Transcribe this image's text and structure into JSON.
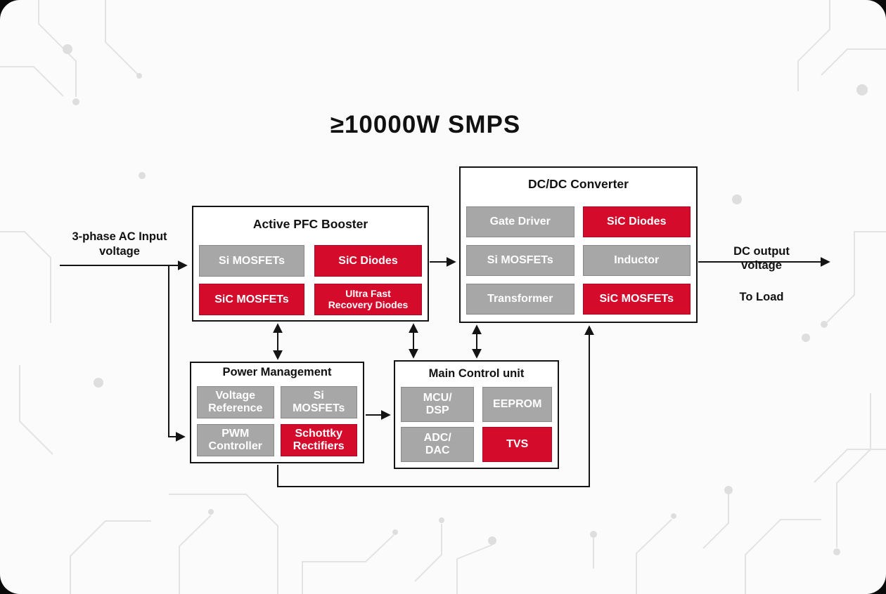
{
  "title": "≥10000W SMPS",
  "labels": {
    "input": "3-phase AC Input\nvoltage",
    "output": "DC output\nvoltage",
    "to_load": "To Load"
  },
  "colors": {
    "red": "#d50b2c",
    "gray": "#a7a7a7",
    "wire": "#141414"
  },
  "blocks": {
    "pfc": {
      "title": "Active PFC Booster",
      "cells": [
        {
          "label": "Si MOSFETs",
          "variant": "gray"
        },
        {
          "label": "SiC Diodes",
          "variant": "red"
        },
        {
          "label": "SiC MOSFETs",
          "variant": "red"
        },
        {
          "label": "Ultra Fast\nRecovery Diodes",
          "variant": "red"
        }
      ]
    },
    "dcdc": {
      "title": "DC/DC Converter",
      "cells": [
        {
          "label": "Gate Driver",
          "variant": "gray"
        },
        {
          "label": "SiC Diodes",
          "variant": "red"
        },
        {
          "label": "Si MOSFETs",
          "variant": "gray"
        },
        {
          "label": "Inductor",
          "variant": "gray"
        },
        {
          "label": "Transformer",
          "variant": "gray"
        },
        {
          "label": "SiC MOSFETs",
          "variant": "red"
        }
      ]
    },
    "pm": {
      "title": "Power Management",
      "cells": [
        {
          "label": "Voltage\nReference",
          "variant": "gray"
        },
        {
          "label": "Si\nMOSFETs",
          "variant": "gray"
        },
        {
          "label": "PWM\nController",
          "variant": "gray"
        },
        {
          "label": "Schottky\nRectifiers",
          "variant": "red"
        }
      ]
    },
    "mcu": {
      "title": "Main Control unit",
      "cells": [
        {
          "label": "MCU/\nDSP",
          "variant": "gray"
        },
        {
          "label": "EEPROM",
          "variant": "gray"
        },
        {
          "label": "ADC/\nDAC",
          "variant": "gray"
        },
        {
          "label": "TVS",
          "variant": "red"
        }
      ]
    }
  }
}
